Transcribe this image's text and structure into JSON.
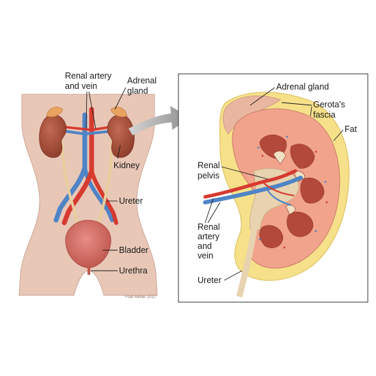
{
  "body_labels": {
    "renal_artery_vein": [
      "Renal artery",
      "and vein"
    ],
    "adrenal_gland": [
      "Adrenal",
      "gland"
    ],
    "kidney": "Kidney",
    "ureter": "Ureter",
    "bladder": "Bladder",
    "urethra": "Urethra"
  },
  "detail_labels": {
    "adrenal_gland": "Adrenal gland",
    "gerotas_fascia": [
      "Gerota's",
      "fascia"
    ],
    "fat": "Fat",
    "renal_pelvis": [
      "Renal",
      "pelvis"
    ],
    "renal_artery_vein": [
      "Renal",
      "artery",
      "and",
      "vein"
    ],
    "ureter": "Ureter"
  },
  "signature": "Fran Milner 2017",
  "colors": {
    "skin": "#e9c7b7",
    "skin_outline": "#c9a595",
    "kidney": "#a14d38",
    "artery": "#d63b30",
    "vein": "#4f84c6",
    "ureter": "#e7cf9c",
    "fat": "#f6e08a",
    "cortex": "#f1a38c",
    "medulla": "#b3493a",
    "arrow": "#9a9a9a"
  }
}
